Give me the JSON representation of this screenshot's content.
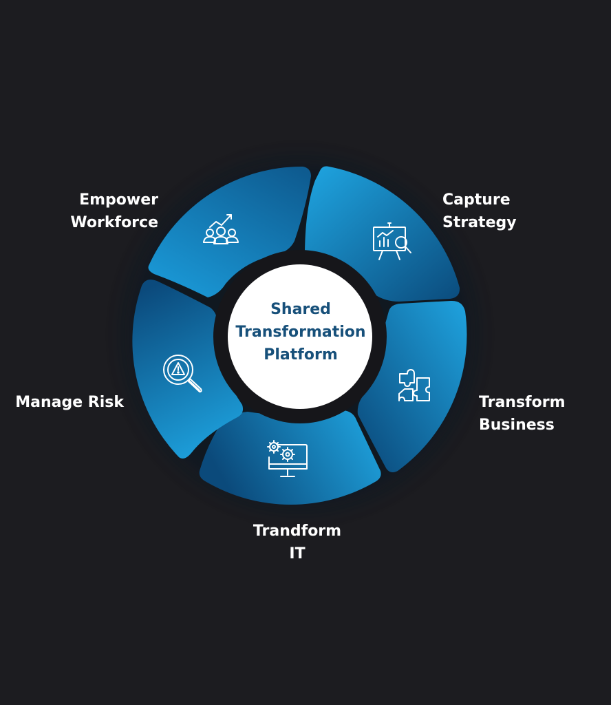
{
  "diagram": {
    "center": {
      "title_lines": [
        "Shared",
        "Transformation",
        "Platform"
      ]
    },
    "segments": [
      {
        "id": "capture-strategy",
        "label_lines": [
          "Capture",
          "Strategy"
        ],
        "icon": "presentation-chart-magnifier-icon"
      },
      {
        "id": "transform-business",
        "label_lines": [
          "Transform",
          "Business"
        ],
        "icon": "puzzle-icon"
      },
      {
        "id": "transform-it",
        "label_lines": [
          "Trandform",
          "IT"
        ],
        "icon": "monitor-gears-icon"
      },
      {
        "id": "manage-risk",
        "label_lines": [
          "Manage Risk"
        ],
        "icon": "warning-magnifier-icon"
      },
      {
        "id": "empower-workforce",
        "label_lines": [
          "Empower",
          "Workforce"
        ],
        "icon": "team-growth-icon"
      }
    ],
    "colors": {
      "background": "#1c1c20",
      "segment_light": "#1fa3e0",
      "segment_dark": "#0b4d80",
      "center_fill": "#ffffff",
      "center_text": "#17507a",
      "label_text": "#ffffff"
    }
  }
}
